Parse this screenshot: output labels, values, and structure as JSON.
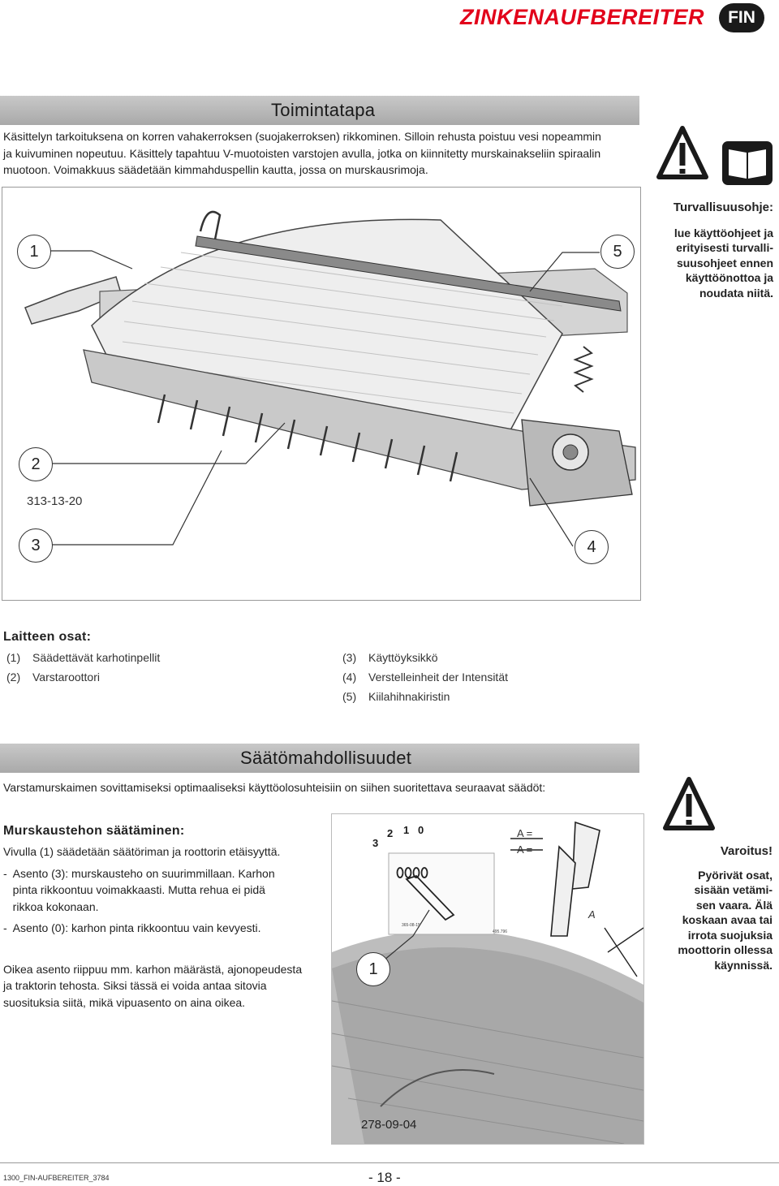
{
  "header": {
    "title": "ZINKENAUFBEREITER",
    "lang": "FIN"
  },
  "section1": {
    "title": "Toimintatapa",
    "lines": [
      "Käsittelyn tarkoituksena on korren vahakerroksen (suojakerroksen) rikkominen. Silloin rehusta poistuu vesi nopeammin",
      "ja kuivuminen nopeutuu. Käsittely tapahtuu V-muotoisten varstojen avulla, jotka on kiinnitetty murskainakseliin spiraalin",
      "muotoon. Voimakkuus säädetään kimmahduspellin kautta, jossa on murskausrimoja."
    ]
  },
  "safety_note": {
    "title": "Turvallisuusohje:",
    "lines": [
      "lue käyttöohjeet ja",
      "erityisesti turvalli-",
      "suusohjeet ennen",
      "käyttöönottoa ja",
      "noudata niitä."
    ]
  },
  "figure1": {
    "callouts": [
      "1",
      "2",
      "3",
      "4",
      "5"
    ],
    "code": "313-13-20"
  },
  "parts": {
    "title": "Laitteen osat:",
    "items": [
      {
        "num": "(1)",
        "label": "Säädettävät karhotinpellit"
      },
      {
        "num": "(2)",
        "label": "Varstaroottori"
      },
      {
        "num": "(3)",
        "label": "Käyttöyksikkö"
      },
      {
        "num": "(4)",
        "label": "Verstelleinheit der Intensität"
      },
      {
        "num": "(5)",
        "label": "Kiilahihnakiristin"
      }
    ]
  },
  "section2": {
    "title": "Säätömahdollisuudet",
    "intro": "Varstamurskaimen sovittamiseksi optimaaliseksi käyttöolosuhteisiin on siihen suoritettava seuraavat säädöt:"
  },
  "adjust": {
    "title": "Murskaustehon säätäminen:",
    "line1": "Vivulla (1) säädetään säätöriman ja roottorin etäisyyttä.",
    "bullet1": [
      "-  Asento (3): murskausteho on suurimmillaan. Karhon",
      "   pinta rikkoontuu voimakkaasti. Mutta rehua ei pidä",
      "   rikkoa kokonaan."
    ],
    "bullet2": "-  Asento (0): karhon pinta rikkoontuu vain kevyesti.",
    "final": [
      "Oikea asento riippuu mm. karhon määrästä, ajonopeudesta",
      "ja traktorin tehosta. Siksi tässä ei voida antaa sitovia",
      "suosituksia siitä, mikä vipuasento on aina oikea."
    ]
  },
  "figure2": {
    "positions": [
      "3",
      "2",
      "1",
      "0"
    ],
    "a_label": "A =",
    "a_mark": "A",
    "lever_callout": "1",
    "inset_code1": "365-08-15",
    "inset_code2": "495.796",
    "code": "278-09-04"
  },
  "warning": {
    "title": "Varoitus!",
    "lines": [
      "Pyörivät osat,",
      "sisään vetämi-",
      "sen vaara. Älä",
      "koskaan avaa tai",
      "irrota suojuksia",
      "moottorin ollessa",
      "käynnissä."
    ]
  },
  "footer": {
    "code": "1300_FIN-AUFBEREITER_3784",
    "page": "- 18 -"
  }
}
